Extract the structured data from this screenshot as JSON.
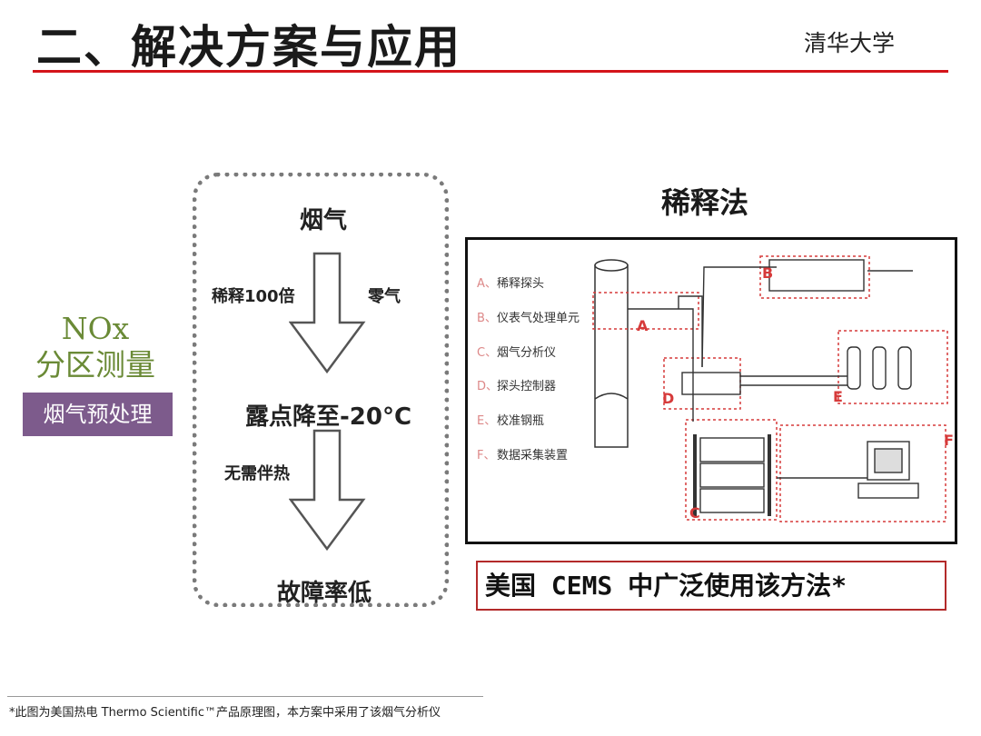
{
  "header": {
    "title": "二、解决方案与应用",
    "affiliation": "清华大学"
  },
  "left": {
    "nox_line1": "NOx",
    "nox_line2": "分区测量",
    "pretreatment": "烟气预处理"
  },
  "flow": {
    "start": "烟气",
    "dilute": "稀释100倍",
    "zero_air": "零气",
    "dewpoint": "露点降至-20°C",
    "no_heat": "无需伴热",
    "end": "故障率低"
  },
  "right": {
    "title": "稀释法",
    "legend": [
      {
        "letter": "A",
        "label": "稀释探头"
      },
      {
        "letter": "B",
        "label": "仪表气处理单元"
      },
      {
        "letter": "C",
        "label": "烟气分析仪"
      },
      {
        "letter": "D",
        "label": "探头控制器"
      },
      {
        "letter": "E",
        "label": "校准钢瓶"
      },
      {
        "letter": "F",
        "label": "数据采集装置"
      }
    ],
    "cems_note": "美国 CEMS 中广泛使用该方法*"
  },
  "footnote": "*此图为美国热电 Thermo Scientific™产品原理图，本方案中采用了该烟气分析仪",
  "colors": {
    "accent": "#d4141a",
    "green": "#6a8a36",
    "purple": "#7d5b8c",
    "diagram_red": "#d63a3a"
  }
}
